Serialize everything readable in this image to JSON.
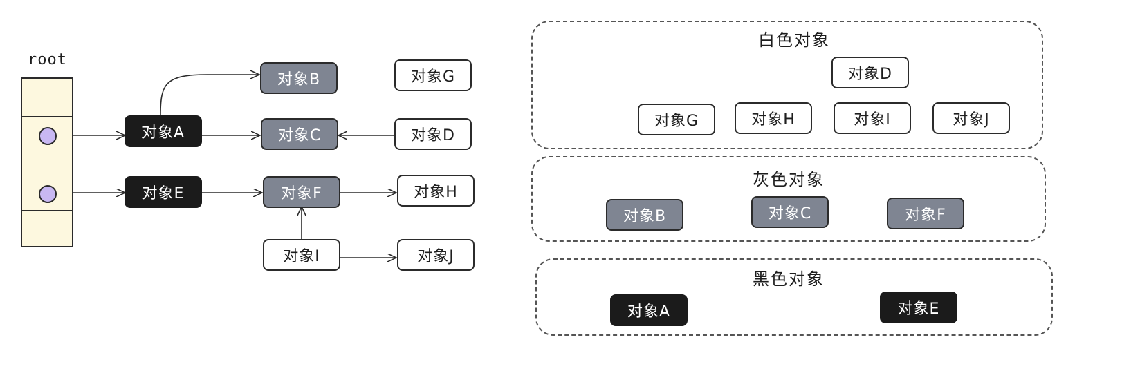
{
  "root": {
    "label": "root"
  },
  "objects": {
    "A": "对象A",
    "B": "对象B",
    "C": "对象C",
    "D": "对象D",
    "E": "对象E",
    "F": "对象F",
    "G": "对象G",
    "H": "对象H",
    "I": "对象I",
    "J": "对象J"
  },
  "colors": {
    "white_fill": "#ffffff",
    "gray_fill": "#7f8592",
    "black_fill": "#1b1b1b",
    "root_fill": "#fdf8df",
    "root_dot": "#c8b8f2"
  },
  "graph": {
    "edges": [
      {
        "from": "root",
        "to": "A"
      },
      {
        "from": "root",
        "to": "E"
      },
      {
        "from": "A",
        "to": "B"
      },
      {
        "from": "A",
        "to": "C"
      },
      {
        "from": "D",
        "to": "C"
      },
      {
        "from": "E",
        "to": "F"
      },
      {
        "from": "F",
        "to": "H"
      },
      {
        "from": "I",
        "to": "F"
      },
      {
        "from": "I",
        "to": "J"
      }
    ]
  },
  "groups": {
    "white": {
      "title": "白色对象",
      "members": [
        "D",
        "G",
        "H",
        "I",
        "J"
      ]
    },
    "gray": {
      "title": "灰色对象",
      "members": [
        "B",
        "C",
        "F"
      ]
    },
    "black": {
      "title": "黑色对象",
      "members": [
        "A",
        "E"
      ]
    }
  }
}
